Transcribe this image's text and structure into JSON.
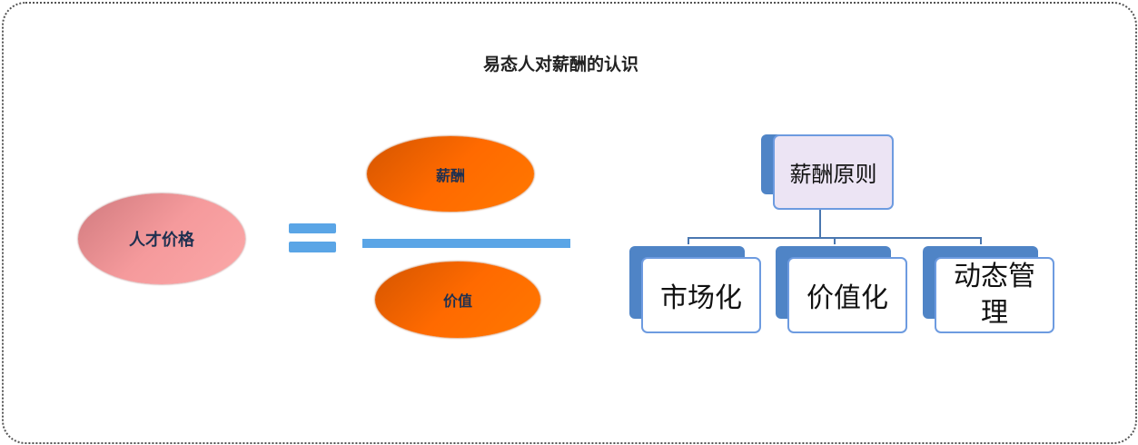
{
  "title": "易态人对薪酬的认识",
  "formula": {
    "left": "人才价格",
    "numerator": "薪酬",
    "denominator": "价值"
  },
  "tree": {
    "root": "薪酬原则",
    "children": [
      "市场化",
      "价值化",
      "动态管理"
    ]
  },
  "colors": {
    "pink": "#f59a9c",
    "orange": "#ff6a00",
    "blue": "#5aa5e6",
    "box_border": "#6d9be0",
    "root_fill": "#ece4f4"
  }
}
